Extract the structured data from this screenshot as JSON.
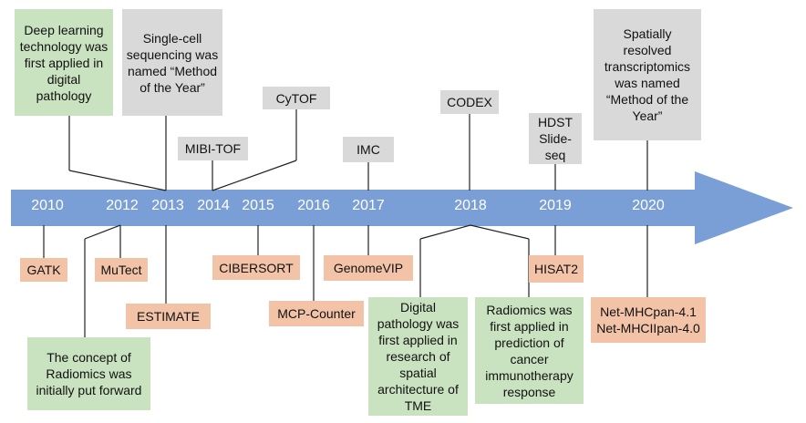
{
  "years": [
    "2010",
    "2012",
    "2013",
    "2014",
    "2015",
    "2016",
    "2017",
    "2018",
    "2019",
    "2020"
  ],
  "events_above": {
    "deep_learning": "Deep learning\ntechnology was\nfirst applied in\ndigital\npathology",
    "single_cell": "Single-cell\nsequencing was\nnamed “Method\nof the Year”",
    "mibi_tof": "MIBI-TOF",
    "cytof": "CyTOF",
    "imc": "IMC",
    "codex": "CODEX",
    "hdst": "HDST\nSlide-\nseq",
    "spatial": "Spatially\nresolved\ntranscriptomics\nwas named\n“Method of the\nYear”"
  },
  "events_below": {
    "gatk": "GATK",
    "mutect": "MuTect",
    "estimate": "ESTIMATE",
    "radiomics_concept": "The concept of\nRadiomics was\ninitially put forward",
    "cibersort": "CIBERSORT",
    "mcp_counter": "MCP-Counter",
    "genomevip": "GenomeVIP",
    "digital_pathology": "Digital\npathology was\nfirst applied in\nresearch of\nspatial\narchitecture of\nTME",
    "radiomics_immuno": "Radiomics was\nfirst applied  in\nprediction of\ncancer\nimmunotherapy\nresponse",
    "hisat2": "HISAT2",
    "netmhc": "Net-MHCpan-4.1\nNet-MHCIIpan-4.0"
  },
  "colors": {
    "arrow": "#7a9fd6",
    "tools": "#f3c3a8",
    "milestones": "#c9e2c0",
    "technologies": "#d9d9d9",
    "connector": "#222222"
  }
}
